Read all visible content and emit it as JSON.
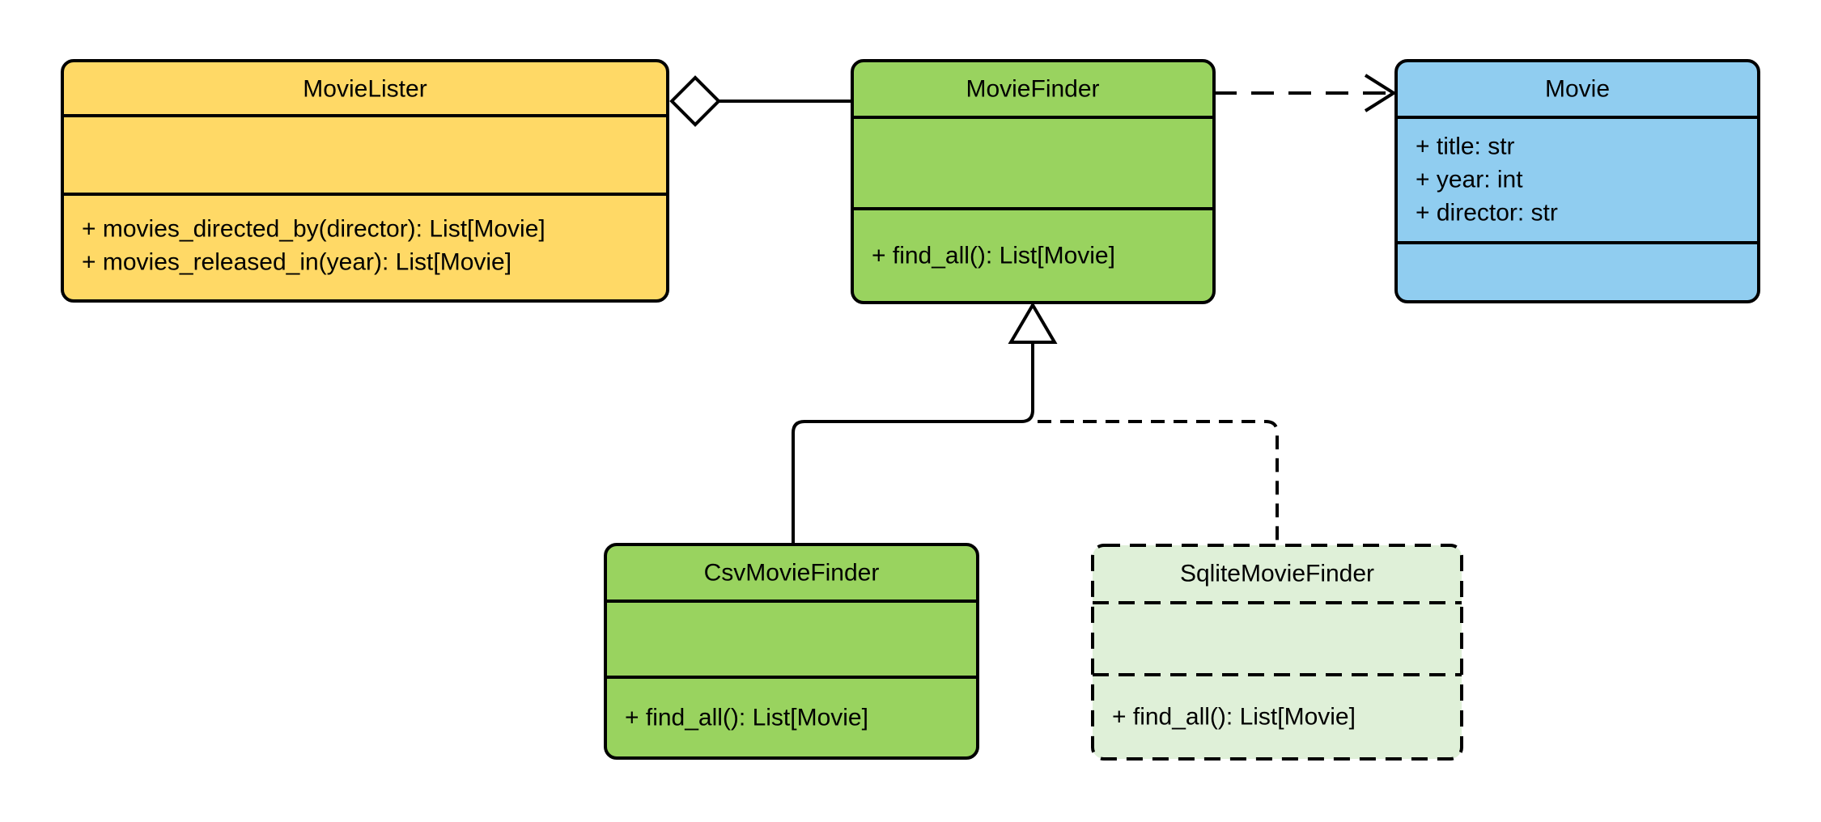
{
  "diagram": {
    "kind": "uml-class-diagram",
    "background": "#ffffff"
  },
  "colors": {
    "yellow": "#FFD966",
    "green": "#99D35F",
    "blue": "#90CDF0",
    "pale_green": "#DFF0D8",
    "stroke": "#000000",
    "text": "#000000",
    "arrow_fill": "#FFFFFF"
  },
  "classes": {
    "movie_lister": {
      "name": "MovieLister",
      "attributes": [],
      "methods": [
        "+ movies_directed_by(director): List[Movie]",
        "+ movies_released_in(year): List[Movie]"
      ]
    },
    "movie_finder": {
      "name": "MovieFinder",
      "attributes": [],
      "methods": [
        "+ find_all(): List[Movie]"
      ]
    },
    "movie": {
      "name": "Movie",
      "attributes": [
        "+ title: str",
        "+ year: int",
        "+ director: str"
      ],
      "methods": []
    },
    "csv_movie_finder": {
      "name": "CsvMovieFinder",
      "attributes": [],
      "methods": [
        "+ find_all(): List[Movie]"
      ]
    },
    "sqlite_movie_finder": {
      "name": "SqliteMovieFinder",
      "attributes": [],
      "methods": [
        "+ find_all(): List[Movie]"
      ]
    }
  },
  "relationships": [
    {
      "type": "aggregation",
      "from": "MovieLister",
      "to": "MovieFinder",
      "line": "solid",
      "marker": "hollow-diamond"
    },
    {
      "type": "dependency",
      "from": "MovieFinder",
      "to": "Movie",
      "line": "dashed",
      "marker": "open-arrow"
    },
    {
      "type": "generalization",
      "from": "CsvMovieFinder",
      "to": "MovieFinder",
      "line": "solid",
      "marker": "hollow-triangle"
    },
    {
      "type": "generalization",
      "from": "SqliteMovieFinder",
      "to": "MovieFinder",
      "line": "dashed",
      "marker": "hollow-triangle"
    }
  ]
}
